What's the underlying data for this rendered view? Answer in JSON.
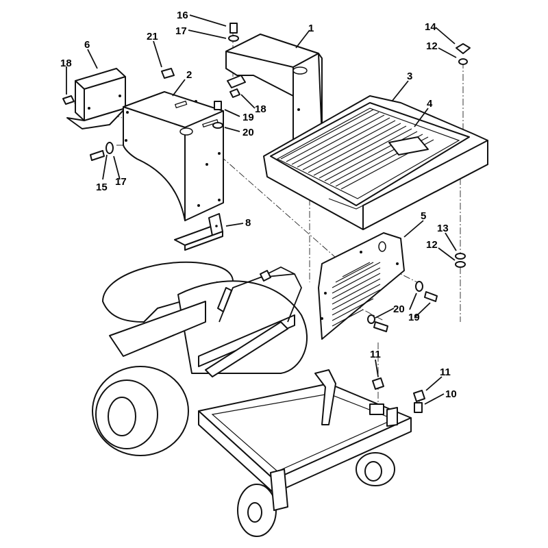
{
  "figure": {
    "callouts": [
      {
        "id": "c1",
        "text": "1"
      },
      {
        "id": "c2",
        "text": "2"
      },
      {
        "id": "c3",
        "text": "3"
      },
      {
        "id": "c4",
        "text": "4"
      },
      {
        "id": "c5",
        "text": "5"
      },
      {
        "id": "c6",
        "text": "6"
      },
      {
        "id": "c8",
        "text": "8"
      },
      {
        "id": "c10",
        "text": "10"
      },
      {
        "id": "c11a",
        "text": "11"
      },
      {
        "id": "c11b",
        "text": "11"
      },
      {
        "id": "c12a",
        "text": "12"
      },
      {
        "id": "c12b",
        "text": "12"
      },
      {
        "id": "c13",
        "text": "13"
      },
      {
        "id": "c14",
        "text": "14"
      },
      {
        "id": "c15",
        "text": "15"
      },
      {
        "id": "c16",
        "text": "16"
      },
      {
        "id": "c17a",
        "text": "17"
      },
      {
        "id": "c17b",
        "text": "17"
      },
      {
        "id": "c18a",
        "text": "18"
      },
      {
        "id": "c18b",
        "text": "18"
      },
      {
        "id": "c19a",
        "text": "19"
      },
      {
        "id": "c19b",
        "text": "19"
      },
      {
        "id": "c20a",
        "text": "20"
      },
      {
        "id": "c20b",
        "text": "20"
      },
      {
        "id": "c21",
        "text": "21"
      }
    ]
  }
}
